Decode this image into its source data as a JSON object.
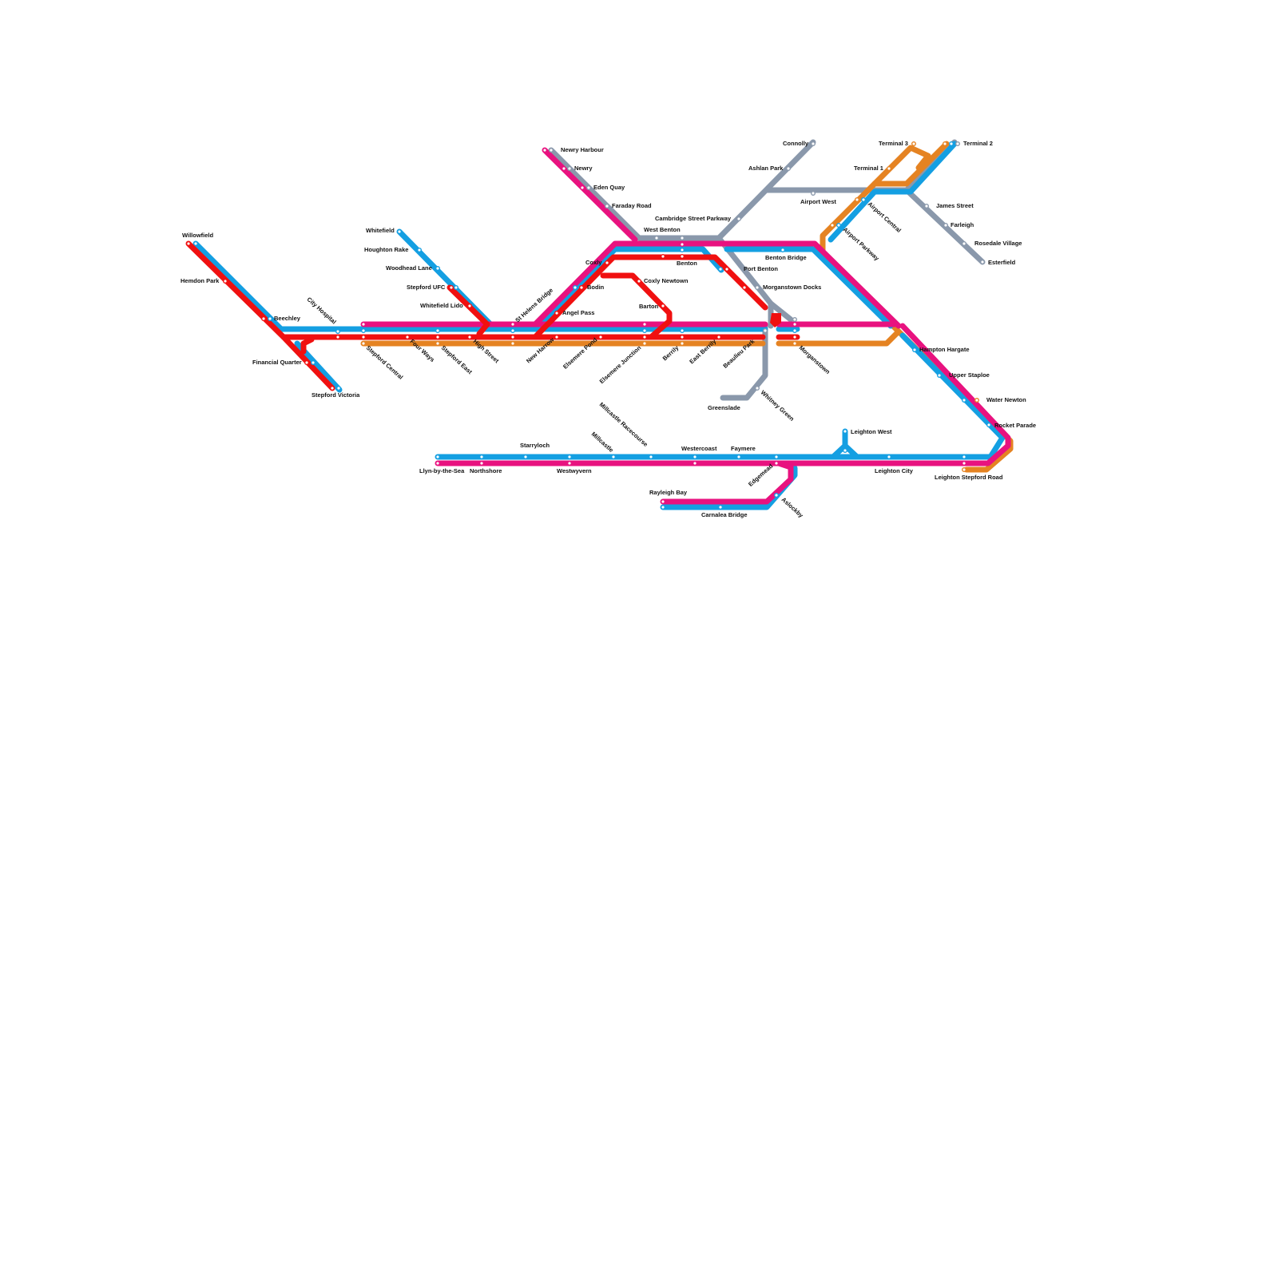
{
  "colors": {
    "red": "#f01010",
    "pink": "#e8127f",
    "blue": "#149fe2",
    "orange": "#e58322",
    "grey": "#8a98ab"
  },
  "stations": [
    "Willowfield",
    "Hemdon Park",
    "Beechley",
    "City Hospital",
    "Financial Quarter",
    "Stepford Victoria",
    "Stepford Central",
    "Four Ways",
    "Stepford East",
    "High Street",
    "Whitefield",
    "Houghton Rake",
    "Woodhead Lane",
    "Stepford UFC",
    "Whitefield Lido",
    "St Helens Bridge",
    "New Harrow",
    "Elsemere Pond",
    "Elsemere Junction",
    "Berrily",
    "East Berrily",
    "Beaulieu Park",
    "Morganstown",
    "Whitney Green",
    "Greenslade",
    "Newry Harbour",
    "Newry",
    "Eden Quay",
    "Faraday Road",
    "West Benton",
    "Benton",
    "Coxly",
    "Coxly Newtown",
    "Bodin",
    "Angel Pass",
    "Barton",
    "Cambridge Street Parkway",
    "Port Benton",
    "Morganstown Docks",
    "Benton Bridge",
    "Ashlan Park",
    "Connolly",
    "Airport West",
    "Terminal 3",
    "Terminal 1",
    "Terminal 2",
    "Airport Central",
    "Airport Parkway",
    "James Street",
    "Farleigh",
    "Rosedale Village",
    "Esterfield",
    "Hampton Hargate",
    "Upper Staploe",
    "Water Newton",
    "Rocket Parade",
    "Leighton Stepford Road",
    "Leighton City",
    "Leighton West",
    "Faymere",
    "Westercoast",
    "Millcastle Racecourse",
    "Millcastle",
    "Starryloch",
    "Westwyvern",
    "Northshore",
    "Llyn-by-the-Sea",
    "Edgemead",
    "Rayleigh Bay",
    "Carnalea Bridge",
    "Aslockby"
  ]
}
